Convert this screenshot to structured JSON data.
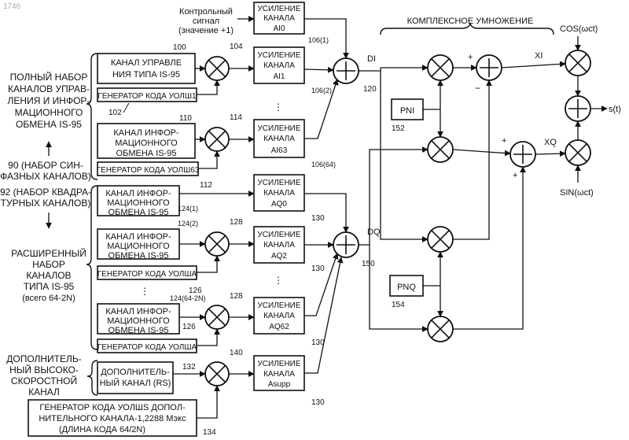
{
  "figure": {
    "page_number": "1746",
    "control_signal": [
      "Контрольный",
      "сигнал",
      "(значение +1)"
    ],
    "complex_mult_label": "КОМПЛЕКСНОЕ УМНОЖЕНИЕ",
    "left_labels": {
      "full_set": [
        "ПОЛНЫЙ НАБОР",
        "КАНАЛОВ УПРАВ-",
        "ЛЕНИЯ И ИНФОР-",
        "МАЦИОННОГО",
        "ОБМЕНА IS-95"
      ],
      "set90": [
        "90 (НАБОР СИН-",
        "ФАЗНЫХ КАНАЛОВ)"
      ],
      "set92": [
        "92 (НАБОР КВАДРА-",
        "ТУРНЫХ КАНАЛОВ)"
      ],
      "extended": [
        "РАСШИРЕННЫЙ",
        "НАБОР",
        "КАНАЛОВ",
        "ТИПА IS-95",
        "(всего 64-2N)"
      ],
      "extra": [
        "ДОПОЛНИТЕЛЬ-",
        "НЫЙ ВЫСОКО-",
        "СКОРОСТНОЙ",
        "КАНАЛ"
      ]
    },
    "blocks": {
      "control_channel": [
        "КАНАЛ УПРАВЛЕ",
        "НИЯ ТИПА IS-95"
      ],
      "info_channel": [
        "КАНАЛ ИНФОР-",
        "МАЦИОННОГО",
        "ОБМЕНА IS-95"
      ],
      "walsh_gen1": "ГЕНЕРАТОР КОДА УОЛШ1",
      "walsh_gen63": "ГЕНЕРАТОР КОДА УОЛШ63",
      "walsh_gen": "ГЕНЕРАТОР КОДА УОЛША",
      "extra_channel": [
        "ДОПОЛНИТЕЛЬ-",
        "НЫЙ КАНАЛ (RS)"
      ],
      "extra_gen": [
        "ГЕНЕРАТОР КОДА УОЛШS ДОПОЛ-",
        "НИТЕЛЬНОГО КАНАЛА-1,2288 Мэкс",
        "(ДЛИНА КОДА 64/2N)"
      ],
      "gain_title": [
        "УСИЛЕНИЕ",
        "КАНАЛА"
      ],
      "gain_subs": [
        "AI0",
        "AI1",
        "AI63",
        "AQ0",
        "AQ2",
        "AQ62",
        "Asupp"
      ],
      "pn_i": "PNI",
      "pn_q": "PNQ"
    },
    "signals": {
      "di": "DI",
      "dq": "DQ",
      "xi": "XI",
      "xq": "XQ",
      "cos": "COS(ωct)",
      "sin": "SIN(ωct)",
      "out": "s(t)"
    },
    "refs": {
      "r100": "100",
      "r102": "102",
      "r104": "104",
      "r106_1": "106(1)",
      "r106_2": "106(2)",
      "r106_64": "106(64)",
      "r110": "110",
      "r112": "112",
      "r114": "114",
      "r120": "120",
      "r124_1": "124(1)",
      "r124_2": "124(2)",
      "r124_64": "124(64-2N)",
      "r126": "126",
      "r128": "128",
      "r130": "130",
      "r132": "132",
      "r134": "134",
      "r140": "140",
      "r150": "150",
      "r152": "152",
      "r154": "154"
    },
    "signs": {
      "plus": "+",
      "minus": "−"
    }
  }
}
